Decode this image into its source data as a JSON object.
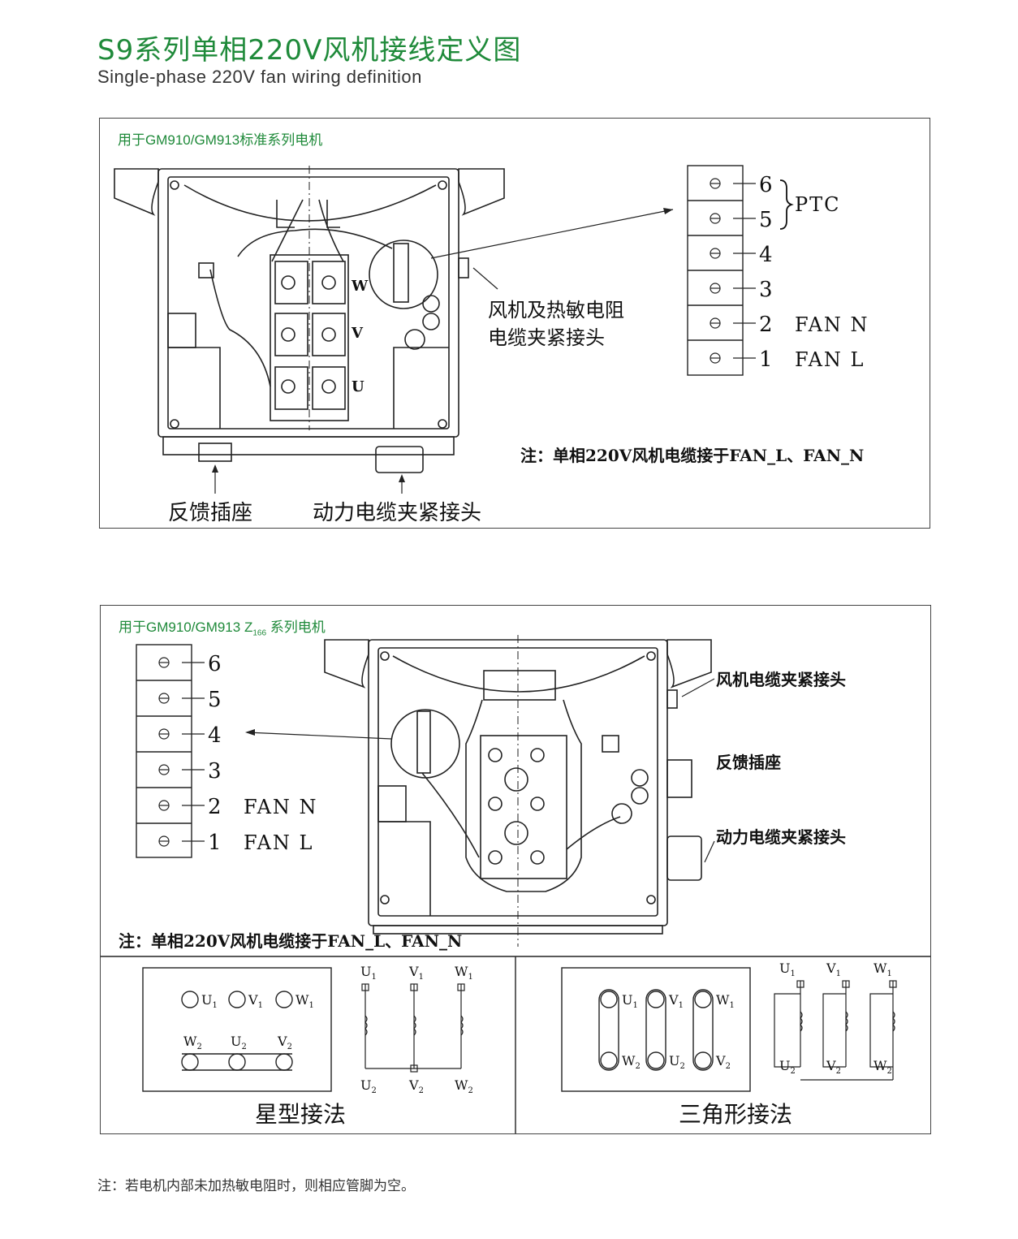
{
  "header": {
    "title_cn": "S9系列单相220V风机接线定义图",
    "title_en": "Single-phase 220V fan wiring definition"
  },
  "panel1": {
    "title": "用于GM910/GM913标准系列电机",
    "terminal_labels": [
      "W",
      "V",
      "U"
    ],
    "strip": [
      {
        "num": "6",
        "label": ""
      },
      {
        "num": "5",
        "label": ""
      },
      {
        "num": "4",
        "label": ""
      },
      {
        "num": "3",
        "label": ""
      },
      {
        "num": "2",
        "label": "FAN N"
      },
      {
        "num": "1",
        "label": "FAN L"
      }
    ],
    "ptc_label": "PTC",
    "callout_fan_line1": "风机及热敏电阻",
    "callout_fan_line2": "电缆夹紧接头",
    "note": "注：单相220V风机电缆接于FAN_L、FAN_N",
    "label_feedback": "反馈插座",
    "label_power": "动力电缆夹紧接头"
  },
  "panel2": {
    "title_main": "用于GM910/GM913 Z",
    "title_sub": "166",
    "title_tail": " 系列电机",
    "strip": [
      {
        "num": "6",
        "label": ""
      },
      {
        "num": "5",
        "label": ""
      },
      {
        "num": "4",
        "label": ""
      },
      {
        "num": "3",
        "label": ""
      },
      {
        "num": "2",
        "label": "FAN N"
      },
      {
        "num": "1",
        "label": "FAN L"
      }
    ],
    "label_fan_cable": "风机电缆夹紧接头",
    "label_feedback": "反馈插座",
    "label_power": "动力电缆夹紧接头",
    "note": "注：单相220V风机电缆接于FAN_L、FAN_N"
  },
  "star": {
    "title": "星型接法",
    "top_labels": [
      "U",
      "V",
      "W"
    ],
    "top_sub": "1",
    "bottom_labels": [
      "W",
      "U",
      "V"
    ],
    "bottom_sub": "2",
    "schem_top": [
      "U",
      "V",
      "W"
    ],
    "schem_bottom": [
      "U",
      "V",
      "W"
    ]
  },
  "delta": {
    "title": "三角形接法",
    "top_labels": [
      "U",
      "V",
      "W"
    ],
    "top_sub": "1",
    "bottom_labels": [
      "W",
      "U",
      "V"
    ],
    "bottom_sub": "2",
    "schem_top": [
      "U",
      "V",
      "W"
    ],
    "schem_bottom": [
      "U",
      "V",
      "W"
    ]
  },
  "footnote": "注：若电机内部未加热敏电阻时，则相应管脚为空。"
}
